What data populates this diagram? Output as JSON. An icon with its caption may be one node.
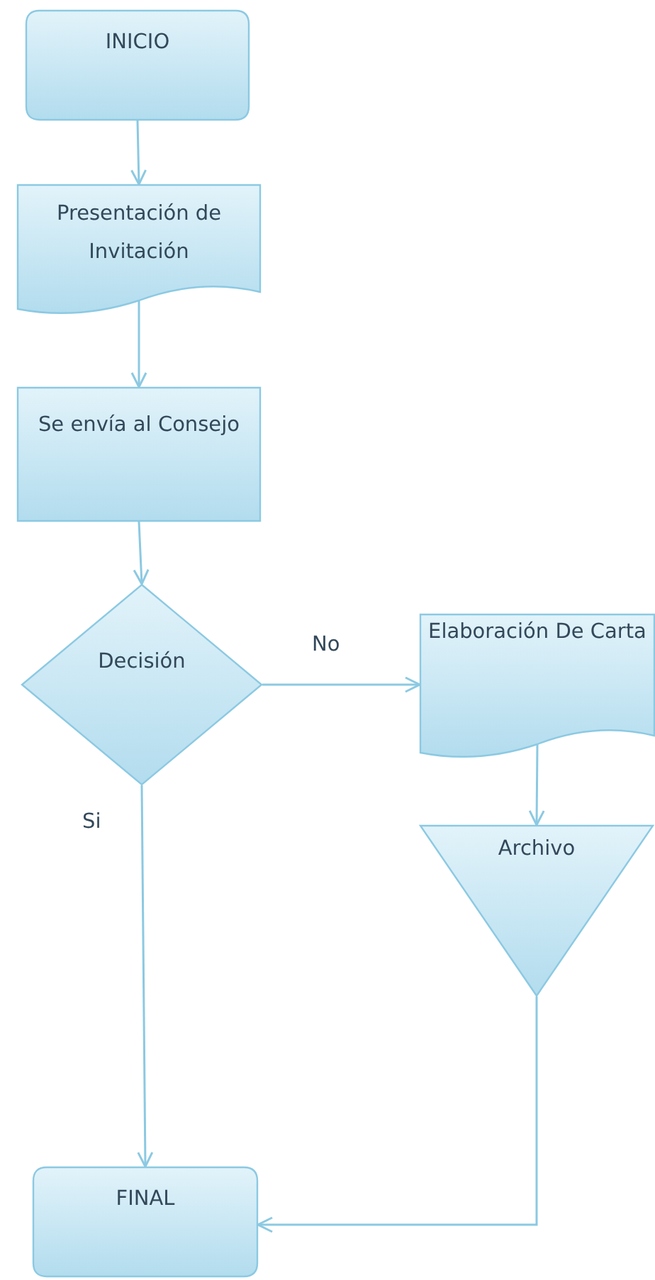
{
  "diagram": {
    "nodes": [
      {
        "text": [
          "INICIO"
        ]
      },
      {
        "text": [
          "Presentación de Invitación"
        ]
      },
      {
        "text": [
          "Se envía al Consejo"
        ]
      },
      {
        "text": [
          "Decisión"
        ]
      },
      {
        "text": [
          "Elaboración De Carta"
        ]
      },
      {
        "text": [
          "Archivo"
        ]
      },
      {
        "text": [
          "FINAL"
        ]
      }
    ],
    "edges": [
      {
        "from": 0,
        "to": 1,
        "arrow": "to"
      },
      {
        "from": 1,
        "to": 2,
        "arrow": "to"
      },
      {
        "from": 2,
        "to": 3,
        "arrow": "to"
      },
      {
        "from": 3,
        "to": 4,
        "arrow": "to",
        "label": "No"
      },
      {
        "from": 3,
        "to": 6,
        "arrow": "to",
        "label": "Si"
      },
      {
        "from": 4,
        "to": 5,
        "arrow": "to"
      },
      {
        "from": 5,
        "to": 6,
        "arrow": "to"
      }
    ]
  }
}
